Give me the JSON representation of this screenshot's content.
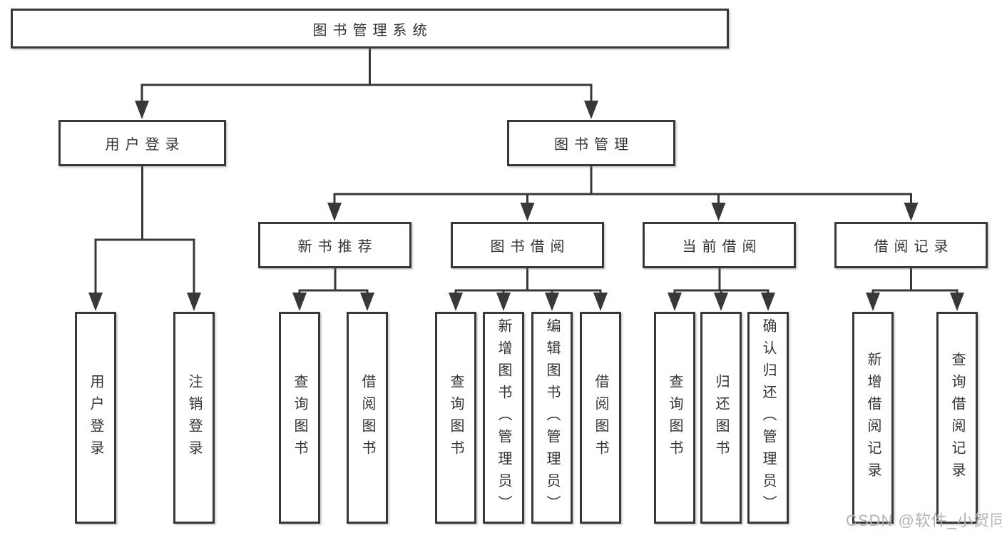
{
  "colors": {
    "line": "#383838",
    "text": "#333333",
    "background": "#ffffff",
    "watermark_color": "#b3b3b3"
  },
  "watermark": {
    "text": "CSDN @软件_小贺同学"
  },
  "tree": {
    "label": "图书管理系统",
    "children": [
      {
        "label": "用户登录",
        "children": [
          {
            "label": "用户登录"
          },
          {
            "label": "注销登录"
          }
        ]
      },
      {
        "label": "图书管理",
        "children": [
          {
            "label": "新书推荐",
            "children": [
              {
                "label": "查询图书"
              },
              {
                "label": "借阅图书"
              }
            ]
          },
          {
            "label": "图书借阅",
            "children": [
              {
                "label": "查询图书"
              },
              {
                "label": "新增图书（管理员）"
              },
              {
                "label": "编辑图书（管理员）"
              },
              {
                "label": "借阅图书"
              }
            ]
          },
          {
            "label": "当前借阅",
            "children": [
              {
                "label": "查询图书"
              },
              {
                "label": "归还图书"
              },
              {
                "label": "确认归还（管理员）"
              }
            ]
          },
          {
            "label": "借阅记录",
            "children": [
              {
                "label": "新增借阅记录"
              },
              {
                "label": "查询借阅记录"
              }
            ]
          }
        ]
      }
    ]
  }
}
